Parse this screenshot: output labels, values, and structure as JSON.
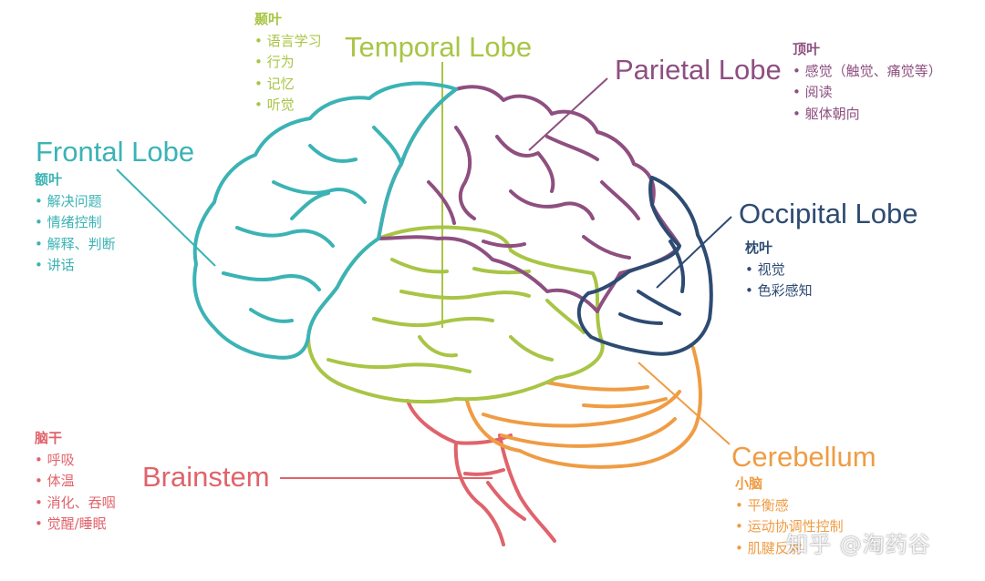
{
  "colors": {
    "frontal": "#3bb3b5",
    "temporal": "#a8c545",
    "parietal": "#8e4f80",
    "occipital": "#2e4b72",
    "cerebellum": "#ef9c44",
    "brainstem": "#e0636b"
  },
  "lobes": {
    "frontal": {
      "label": "Frontal Lobe",
      "cn_title": "额叶",
      "items": [
        "解决问题",
        "情绪控制",
        "解释、判断",
        "讲话"
      ]
    },
    "temporal": {
      "label": "Temporal Lobe",
      "cn_title": "颞叶",
      "items": [
        "语言学习",
        "行为",
        "记忆",
        "听觉"
      ]
    },
    "parietal": {
      "label": "Parietal Lobe",
      "cn_title": "顶叶",
      "items": [
        "感觉（触觉、痛觉等）",
        "阅读",
        "躯体朝向"
      ]
    },
    "occipital": {
      "label": "Occipital Lobe",
      "cn_title": "枕叶",
      "items": [
        "视觉",
        "色彩感知"
      ]
    },
    "cerebellum": {
      "label": "Cerebellum",
      "cn_title": "小脑",
      "items": [
        "平衡感",
        "运动协调性控制",
        "肌腱反射"
      ]
    },
    "brainstem": {
      "label": "Brainstem",
      "cn_title": "脑干",
      "items": [
        "呼吸",
        "体温",
        "消化、吞咽",
        "觉醒/睡眠"
      ]
    }
  },
  "watermark": "知乎 @淘药谷"
}
